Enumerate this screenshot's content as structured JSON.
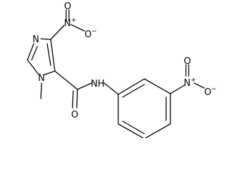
{
  "structure": {
    "atoms": {
      "ring_n_top": "N",
      "ring_n_methyl": "N",
      "nitro1_n": "N",
      "nitro1_o_top": "O",
      "nitro1_o_minus": "O",
      "amide_o": "O",
      "amide_nh": "NH",
      "nitro2_n": "N",
      "nitro2_o_top": "O",
      "nitro2_o_minus": "O"
    },
    "charges": {
      "plus": "+",
      "minus": "−"
    }
  }
}
